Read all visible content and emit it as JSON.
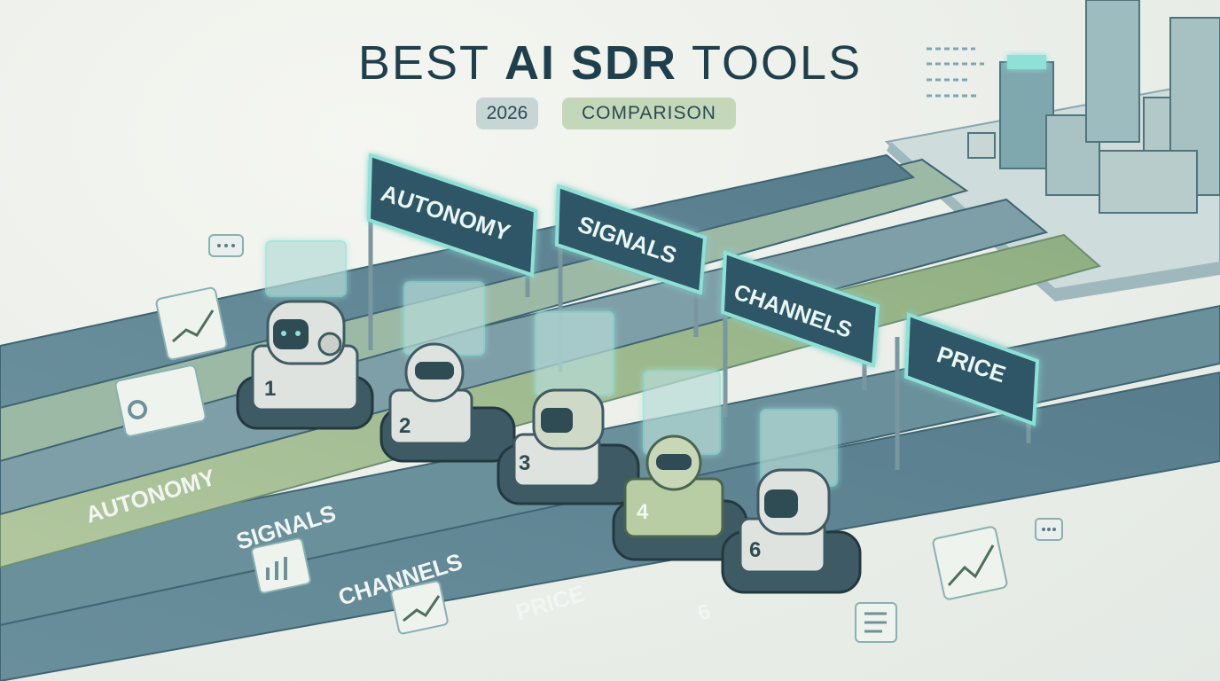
{
  "header": {
    "title_light_1": "BEST ",
    "title_bold": "AI SDR",
    "title_light_2": " TOOLS",
    "badge_year": "2026",
    "badge_label": "COMPARISON"
  },
  "signs": [
    {
      "text": "AUTONOMY"
    },
    {
      "text": "SIGNALS"
    },
    {
      "text": "CHANNELS"
    },
    {
      "text": "PRICE"
    }
  ],
  "lanes": [
    {
      "text": "AUTONOMY"
    },
    {
      "text": "SIGNALS"
    },
    {
      "text": "CHANNELS"
    },
    {
      "text": "PRICE"
    },
    {
      "text": "6"
    }
  ],
  "robots": [
    {
      "number": "1"
    },
    {
      "number": "2"
    },
    {
      "number": "3"
    },
    {
      "number": "4"
    },
    {
      "number": "6"
    }
  ],
  "colors": {
    "navy": "#1f3f4c",
    "lane_blue": "#5f8595",
    "lane_green": "#9fb98b",
    "sign_bg": "#2f5766",
    "glow": "#8fe0d6"
  }
}
